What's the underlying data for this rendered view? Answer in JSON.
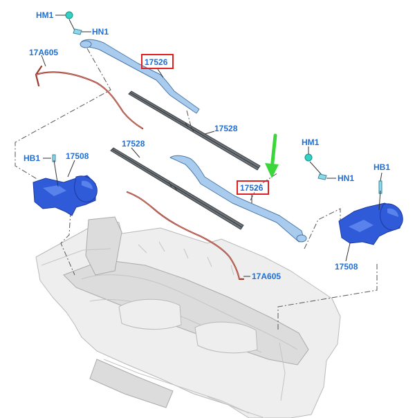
{
  "labels": {
    "hm1_top": "HM1",
    "hn1_top": "HN1",
    "a605_top": "17A605",
    "arm_top": "17526",
    "blade_right": "17528",
    "blade_left": "17528",
    "hb1_left": "HB1",
    "motor_left": "17508",
    "arm_bottom": "17526",
    "a605_bottom": "17A605",
    "hm1_right": "HM1",
    "hn1_right": "HN1",
    "hb1_right": "HB1",
    "motor_right": "17508"
  },
  "colors": {
    "label_blue": "#1f6fd6",
    "highlight_red": "#e02020",
    "pointer_green": "#3ad63a",
    "wiper_arm": "#a9ccee",
    "wiper_motor": "#2f5ad8",
    "washer_hose": "#9a3a2e",
    "wiper_blade": "#6d747a"
  }
}
